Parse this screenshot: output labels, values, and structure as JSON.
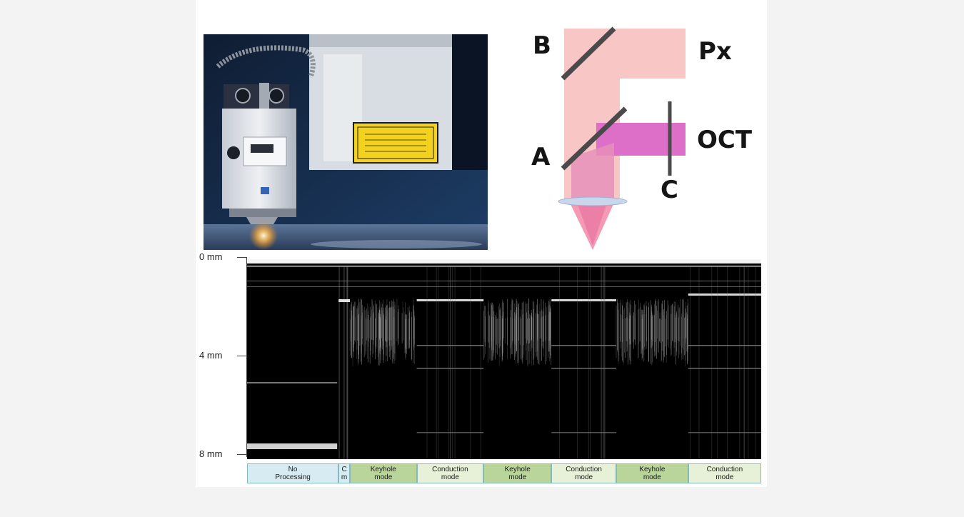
{
  "diagram": {
    "labels": {
      "b": "B",
      "a": "A",
      "c": "C",
      "px": "Px",
      "oct": "OCT"
    },
    "colors": {
      "process_beam": "#f9c6c6",
      "oct_beam": "#de6fc8",
      "mirror": "#4a4a4a",
      "lens": "#c9d6ec"
    }
  },
  "photo": {
    "warning_sign_icon": "warning-sign-icon"
  },
  "oct_image": {
    "y_axis": {
      "ticks": [
        {
          "value": 0,
          "label": "0 mm"
        },
        {
          "value": 4,
          "label": "4 mm"
        },
        {
          "value": 8,
          "label": "8 mm"
        }
      ],
      "range": [
        0,
        8
      ]
    }
  },
  "segments": [
    {
      "label": "No\nProcessing",
      "fraction": 0.178,
      "color": "#d6ecf2"
    },
    {
      "label": "C\nm",
      "fraction": 0.022,
      "color": "#d6ecf2"
    },
    {
      "label": "Keyhole\nmode",
      "fraction": 0.13,
      "color": "#b9d59a"
    },
    {
      "label": "Conduction\nmode",
      "fraction": 0.13,
      "color": "#e7f1d7"
    },
    {
      "label": "Keyhole\nmode",
      "fraction": 0.132,
      "color": "#b9d59a"
    },
    {
      "label": "Conduction\nmode",
      "fraction": 0.126,
      "color": "#e7f1d7"
    },
    {
      "label": "Keyhole\nmode",
      "fraction": 0.14,
      "color": "#b9d59a"
    },
    {
      "label": "Conduction\nmode",
      "fraction": 0.142,
      "color": "#e7f1d7"
    }
  ]
}
